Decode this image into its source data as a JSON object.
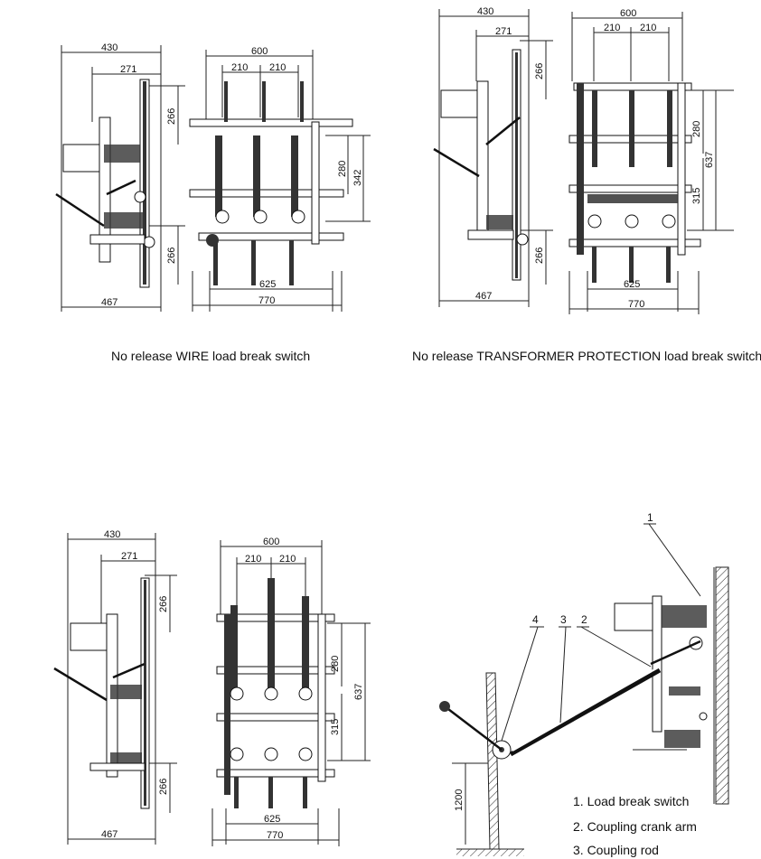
{
  "captions": {
    "wire": "No release WIRE load break switch",
    "transformer": "No release TRANSFORMER PROTECTION load break switch"
  },
  "dimensions": {
    "d430": "430",
    "d271": "271",
    "d266": "266",
    "d467": "467",
    "d600": "600",
    "d210": "210",
    "d625": "625",
    "d770": "770",
    "d280": "280",
    "d342": "342",
    "d637": "637",
    "d315": "315",
    "d1200": "1200"
  },
  "installation": {
    "callouts": [
      "1",
      "2",
      "3",
      "4"
    ],
    "legend": [
      "1. Load break switch",
      "2. Coupling crank arm",
      "3. Coupling rod"
    ]
  }
}
